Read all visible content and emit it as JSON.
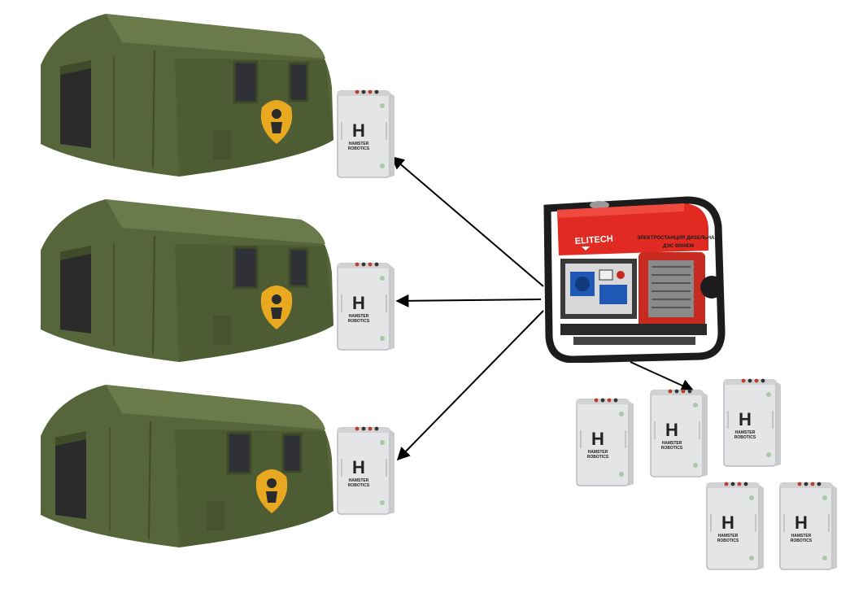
{
  "colors": {
    "tent_body": "#56653a",
    "tent_dark": "#3f4b29",
    "tent_light": "#6b7a4a",
    "logo_yellow": "#e8a920",
    "battery_body": "#e4e5e6",
    "battery_edge": "#b9bcbf",
    "generator_red": "#e02a22",
    "generator_frame": "#1c1c1c",
    "arrow": "#000000"
  },
  "generator": {
    "brand": "ELITECH",
    "label_line1": "ЭЛЕКТРОСТАНЦИЯ ДИЗЕЛЬНАЯ",
    "label_line2": "ДЭС 8000ЕМ"
  },
  "battery": {
    "logo_letter": "H",
    "logo_line1": "HAMSTER",
    "logo_line2": "ROBOTICS"
  },
  "tents": [
    {
      "id": "tent-1"
    },
    {
      "id": "tent-2"
    },
    {
      "id": "tent-3"
    }
  ],
  "connected_batteries": [
    {
      "id": "battery-tent-1"
    },
    {
      "id": "battery-tent-2"
    },
    {
      "id": "battery-tent-3"
    }
  ],
  "spare_batteries": [
    {
      "id": "spare-1"
    },
    {
      "id": "spare-2"
    },
    {
      "id": "spare-3"
    },
    {
      "id": "spare-4"
    },
    {
      "id": "spare-5"
    }
  ]
}
